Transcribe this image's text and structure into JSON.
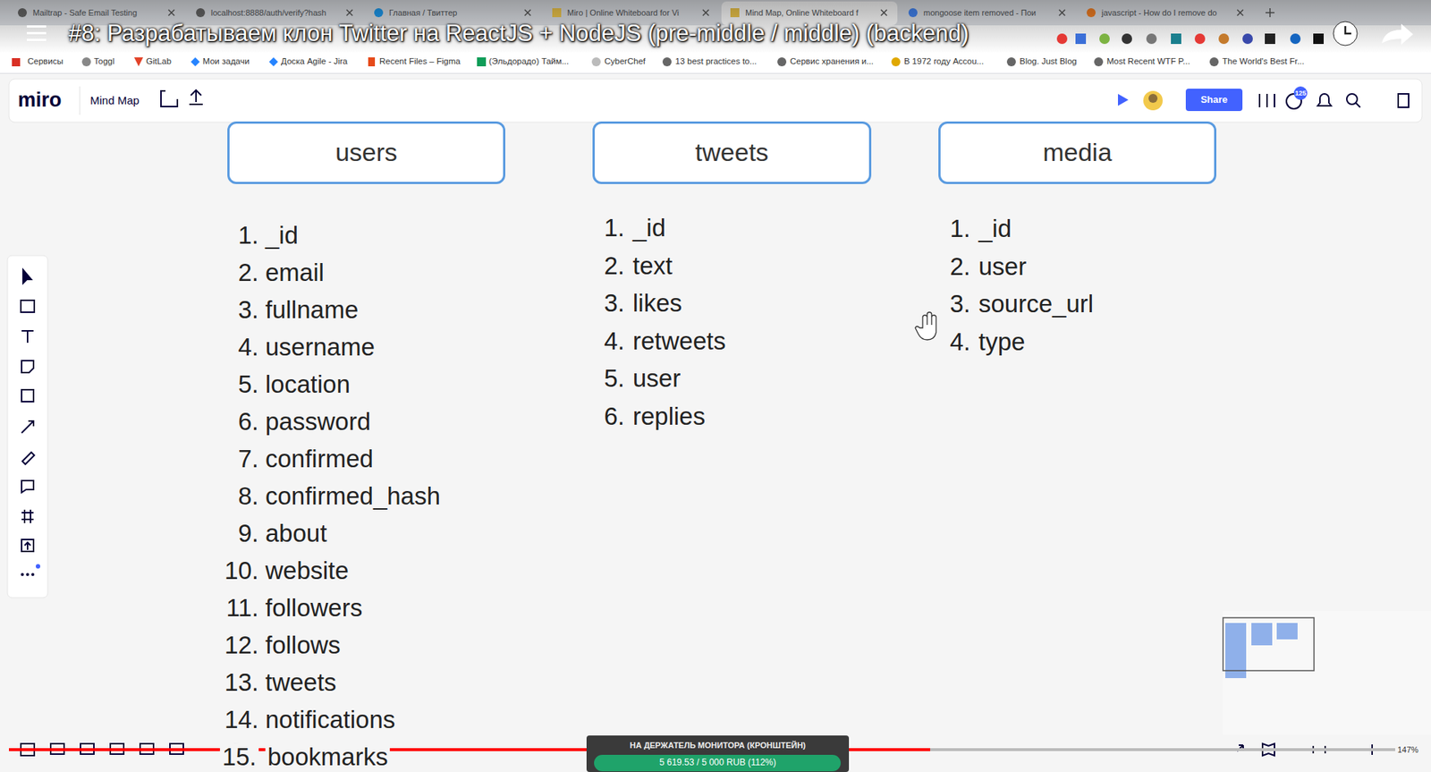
{
  "diagram": {
    "title": "#8: Разрабатываем клон Twitter на ReactJS + NodeJS (pre-middle / middle) (backend)",
    "nodes": [
      {
        "text": [
          "users"
        ]
      },
      {
        "text": [
          "tweets"
        ]
      },
      {
        "text": [
          "media"
        ]
      }
    ],
    "labels": [
      "Mailtrap - Safe Email Testing",
      "localhost:8888/auth/verify?hash",
      "Главная / Твиттер",
      "Miro | Online Whiteboard for Vi",
      "Mind Map, Online Whiteboard f",
      "mongoose item removed - Пои",
      "javascript - How do I remove do",
      "Сервисы",
      "Toggl",
      "GitLab",
      "Мои задачи",
      "Доска Agile - Jira",
      "Recent Files – Figma",
      "(Эльдорадо) Тайм...",
      "CyberChef",
      "13 best practices to...",
      "Сервис хранения и...",
      "В 1972 году Accou...",
      "Blog. Just Blog",
      "Most Recent WTF P...",
      "The World's Best Fr...",
      "miro",
      "Mind Map",
      "Share",
      "125",
      "НА ДЕРЖАТЕЛЬ МОНИТОРА (КРОНШТЕЙН)",
      "5 619.53 / 5 000 RUB (112%)",
      "147%",
      "1.",
      "_id",
      "2.",
      "email",
      "3.",
      "fullname",
      "4.",
      "username",
      "5.",
      "location",
      "6.",
      "password",
      "7.",
      "confirmed",
      "8.",
      "confirmed_hash",
      "9.",
      "about",
      "10.",
      "website",
      "11.",
      "followers",
      "12.",
      "follows",
      "13.",
      "tweets",
      "14.",
      "notifications",
      "15.",
      "bookmarks",
      "1.",
      "_id",
      "2.",
      "text",
      "3.",
      "likes",
      "4.",
      "retweets",
      "5.",
      "user",
      "6.",
      "replies",
      "1.",
      "_id",
      "2.",
      "user",
      "3.",
      "source_url",
      "4.",
      "type"
    ]
  }
}
